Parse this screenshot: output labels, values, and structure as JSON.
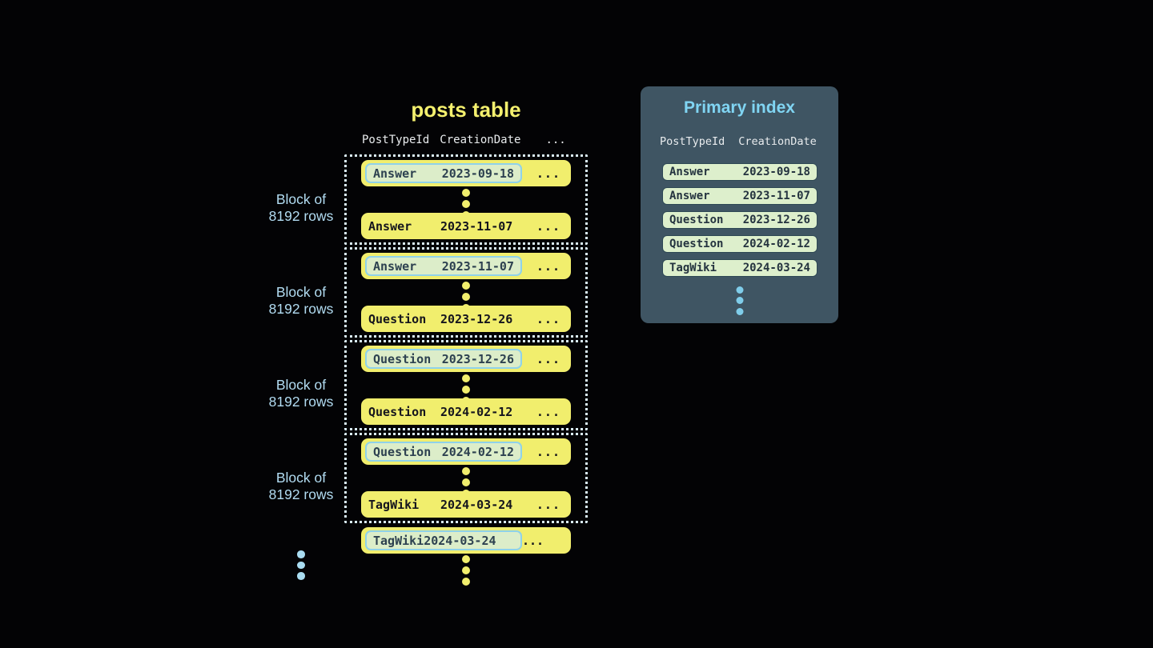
{
  "posts_table": {
    "title": "posts table",
    "columns": [
      "PostTypeId",
      "CreationDate",
      "..."
    ],
    "ellipsis": "...",
    "blocks": [
      {
        "label": [
          "Block of",
          "8192 rows"
        ],
        "first": {
          "type": "Answer",
          "date": "2023-09-18"
        },
        "last": {
          "type": "Answer",
          "date": "2023-11-07"
        }
      },
      {
        "label": [
          "Block of",
          "8192 rows"
        ],
        "first": {
          "type": "Answer",
          "date": "2023-11-07"
        },
        "last": {
          "type": "Question",
          "date": "2023-12-26"
        }
      },
      {
        "label": [
          "Block of",
          "8192 rows"
        ],
        "first": {
          "type": "Question",
          "date": "2023-12-26"
        },
        "last": {
          "type": "Question",
          "date": "2024-02-12"
        }
      },
      {
        "label": [
          "Block of",
          "8192 rows"
        ],
        "first": {
          "type": "Question",
          "date": "2024-02-12"
        },
        "last": {
          "type": "TagWiki",
          "date": "2024-03-24"
        }
      }
    ],
    "overflow_row": {
      "type": "TagWiki",
      "date": "2024-03-24"
    }
  },
  "primary_index": {
    "title": "Primary index",
    "columns": [
      "PostTypeId",
      "CreationDate"
    ],
    "rows": [
      {
        "type": "Answer",
        "date": "2023-09-18"
      },
      {
        "type": "Answer",
        "date": "2023-11-07"
      },
      {
        "type": "Question",
        "date": "2023-12-26"
      },
      {
        "type": "Question",
        "date": "2024-02-12"
      },
      {
        "type": "TagWiki",
        "date": "2024-03-24"
      }
    ]
  },
  "colors": {
    "background": "#030305",
    "row_yellow": "#f1ee6d",
    "highlight_mint": "#dcedc9",
    "highlight_border_blue": "#8fd2ea",
    "block_border_dotted": "#d9ecf5",
    "label_blue": "#b2dcf2",
    "panel_slate": "#3f5563",
    "panel_title_blue": "#80d5f3",
    "title_yellow": "#f4f06e",
    "dark_text": "#15151d"
  }
}
